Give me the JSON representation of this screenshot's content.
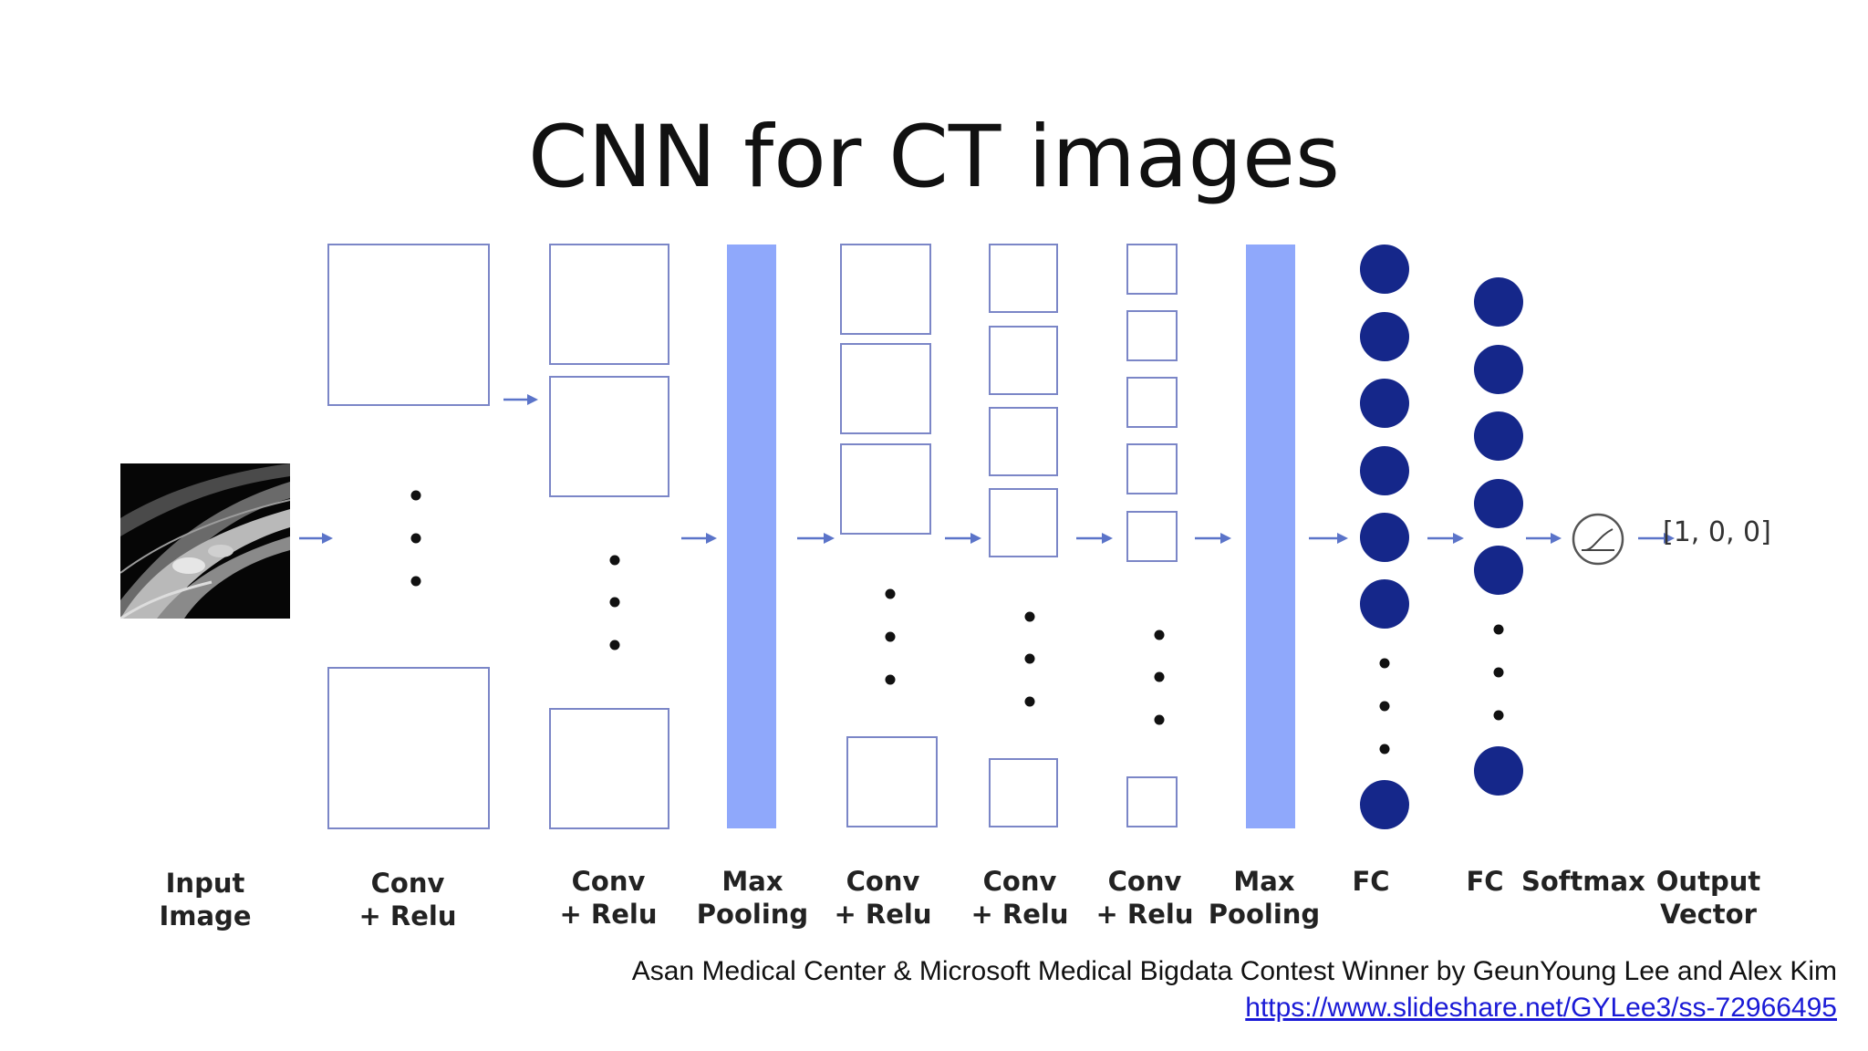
{
  "slide": {
    "title": "CNN for CT images"
  },
  "layers": [
    {
      "line1": "Input",
      "line2": "Image"
    },
    {
      "line1": "Conv",
      "line2": "+ Relu"
    },
    {
      "line1": "Conv",
      "line2": "+ Relu"
    },
    {
      "line1": "Max",
      "line2": "Pooling"
    },
    {
      "line1": "Conv",
      "line2": "+ Relu"
    },
    {
      "line1": "Conv",
      "line2": "+ Relu"
    },
    {
      "line1": "Conv",
      "line2": "+ Relu"
    },
    {
      "line1": "Max",
      "line2": "Pooling"
    },
    {
      "line1": "FC",
      "line2": ""
    },
    {
      "line1": "FC",
      "line2": ""
    },
    {
      "line1": "Softmax",
      "line2": ""
    },
    {
      "line1": "Output",
      "line2": "Vector"
    }
  ],
  "output_vector": "[1, 0, 0]",
  "credit": {
    "text": "Asan Medical Center & Microsoft Medical Bigdata Contest Winner by GeunYoung Lee and Alex Kim",
    "link": "https://www.slideshare.net/GYLee3/ss-72966495"
  },
  "colors": {
    "feature_map_stroke": "#7b86c7",
    "pooling_fill": "#8fa8fb",
    "fc_node_fill": "#15278a",
    "arrow": "#5b74c9"
  }
}
